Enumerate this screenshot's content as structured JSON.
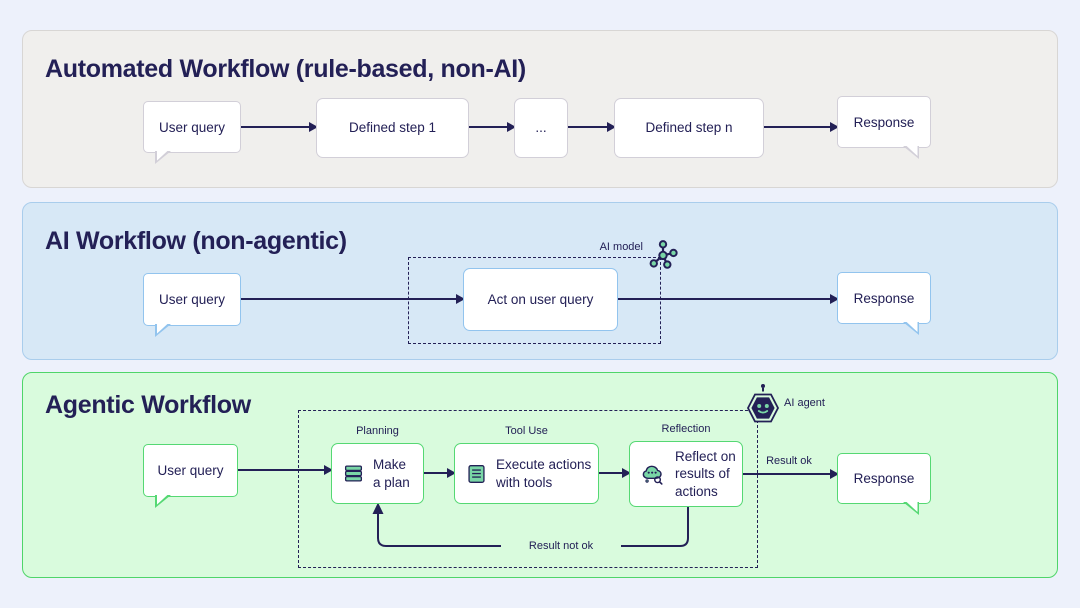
{
  "page": {
    "background": "#edf1fb"
  },
  "colors": {
    "navy": "#232056",
    "mint": "#79d6a6",
    "panel1_bg": "#f0efed",
    "panel1_border": "#d8d6d4",
    "panel1_box_border": "#d2cfd8",
    "panel2_bg": "#d7e8f6",
    "panel2_border": "#a9cdec",
    "panel2_box_border": "#92c4ee",
    "panel3_bg": "#d9fbdd",
    "panel3_border": "#4fd569",
    "panel3_box_border": "#55d873"
  },
  "panels": [
    {
      "title": "Automated Workflow (rule-based, non-AI)",
      "nodes": {
        "user_query": "User query",
        "step1": "Defined step 1",
        "ellipsis": "...",
        "stepn": "Defined step n",
        "response": "Response"
      }
    },
    {
      "title": "AI Workflow (non-agentic)",
      "model_label": "AI model",
      "model_icon": "network-nodes-icon",
      "nodes": {
        "user_query": "User query",
        "act": "Act on user query",
        "response": "Response"
      }
    },
    {
      "title": "Agentic Workflow",
      "agent_label": "AI agent",
      "agent_icon": "robot-icon",
      "step_labels": {
        "planning": "Planning",
        "tool_use": "Tool Use",
        "reflection": "Reflection"
      },
      "edge_labels": {
        "result_ok": "Result ok",
        "result_not_ok": "Result not ok"
      },
      "nodes": {
        "user_query": "User query",
        "plan": "Make a plan",
        "execute": "Execute actions with tools",
        "reflect": "Reflect on results of actions",
        "response": "Response"
      },
      "node_icons": {
        "plan": "stack-icon",
        "execute": "document-icon",
        "reflect": "thought-bubble-icon"
      }
    }
  ]
}
